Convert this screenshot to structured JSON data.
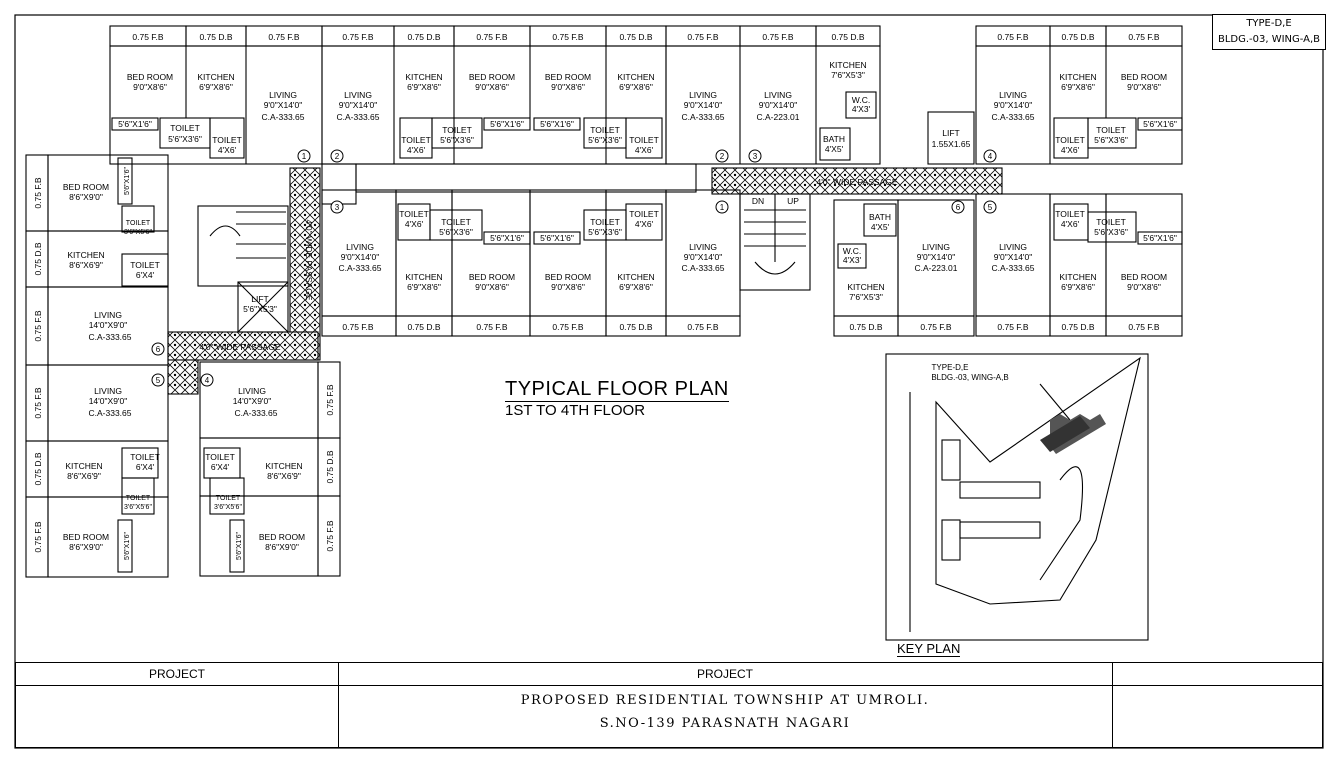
{
  "stamp": {
    "line1": "TYPE-D,E",
    "line2": "BLDG.-03, WING-A,B"
  },
  "title": {
    "main": "TYPICAL FLOOR PLAN",
    "sub": "1ST TO 4TH FLOOR"
  },
  "key_plan": {
    "caption": "KEY PLAN",
    "label1": "TYPE-D,E",
    "label2": "BLDG.-03, WING-A,B"
  },
  "title_block": {
    "header_left": "PROJECT",
    "header_center": "PROJECT",
    "line1": "PROPOSED RESIDENTIAL TOWNSHIP AT UMROLI.",
    "line2": "S.NO-139 PARASNATH NAGARI"
  },
  "labels": {
    "fb": "0.75 F.B",
    "db": "0.75 D.B",
    "bed_room": "BED ROOM",
    "kitchen": "KITCHEN",
    "living": "LIVING",
    "toilet": "TOILET",
    "bath": "BATH",
    "wc": "W.C.",
    "lift": "LIFT",
    "passage": "4'0\" WIDE PASSAGE",
    "dn": "DN",
    "up": "UP",
    "ca_333": "C.A-333.65",
    "ca_223": "C.A-223.01",
    "d_bed_a": "9'0\"X8'6\"",
    "d_bed_b": "8'6\"X9'0\"",
    "d_kit_a": "6'9\"X8'6\"",
    "d_kit_b": "8'6\"X6'9\"",
    "d_kit_c": "7'6\"X5'3\"",
    "d_liv_a": "9'0\"X14'0\"",
    "d_liv_b": "14'0\"X9'0\"",
    "d_toi_a": "5'6\"X3'6\"",
    "d_toi_b": "4'X6'",
    "d_toi_c": "6'X4'",
    "d_toi_d": "3'6\"X5'6\"",
    "d_bath": "4'X5'",
    "d_wc": "4'X3'",
    "d_lift_a": "1.55X1.65",
    "d_lift_b": "5'6\"X5'3\"",
    "d_bal_h": "5'6\"X1'6\"",
    "d_bal_v": "5'6\"X1'6\"",
    "n1": "1",
    "n2": "2",
    "n3": "3",
    "n4": "4",
    "n5": "5",
    "n6": "6"
  }
}
